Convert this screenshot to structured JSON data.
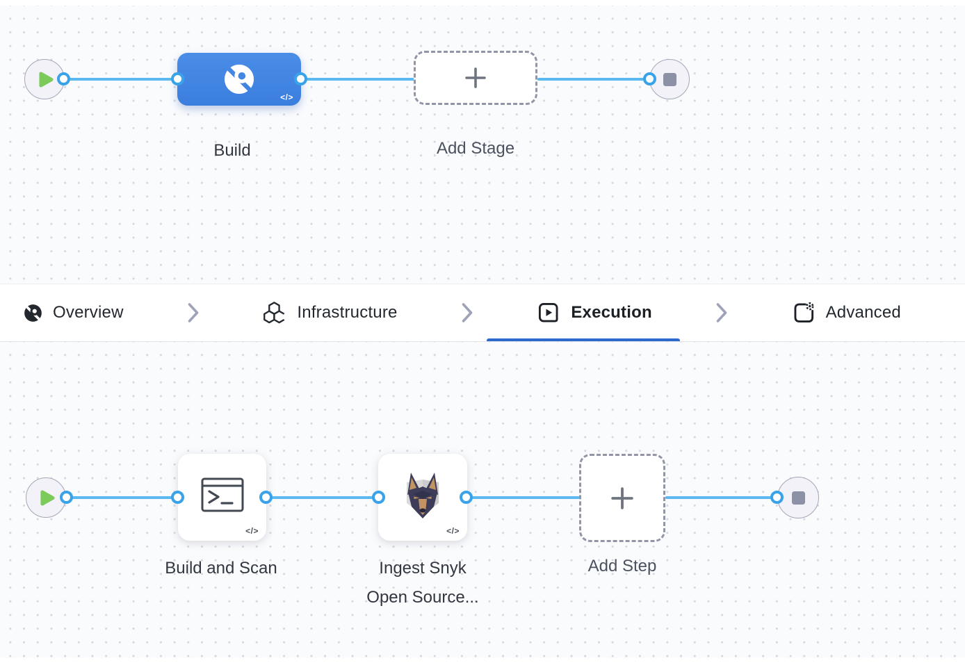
{
  "colors": {
    "stage_blue": "#4287e2",
    "connector_line": "#5cb9f0",
    "connector_dot_ring": "#3aa2e8",
    "play_green": "#7ccb5a",
    "tab_underline": "#2d68cc",
    "node_circle_fill": "#f2f2f8",
    "node_circle_border": "#a3a6b8",
    "dashed_border": "#9195a6"
  },
  "stage_flow": {
    "build_stage": {
      "label": "Build",
      "code_badge": "</>",
      "icon": "ci-build-icon"
    },
    "add_stage": {
      "label": "Add Stage",
      "icon": "plus-icon"
    }
  },
  "tab_bar": {
    "active_tab": "Execution",
    "tabs": [
      {
        "label": "Overview",
        "icon": "ci-overview-icon"
      },
      {
        "label": "Infrastructure",
        "icon": "infrastructure-hexagons-icon"
      },
      {
        "label": "Execution",
        "icon": "execution-play-icon"
      },
      {
        "label": "Advanced",
        "icon": "advanced-gear-icon"
      }
    ]
  },
  "execution_flow": {
    "steps": [
      {
        "label": "Build and Scan",
        "code_badge": "</>",
        "icon": "run-step-terminal-icon"
      },
      {
        "label_line1": "Ingest Snyk",
        "label_line2": "Open Source...",
        "code_badge": "</>",
        "icon": "snyk-doberman-icon"
      }
    ],
    "add_step": {
      "label": "Add Step",
      "icon": "plus-icon"
    }
  }
}
